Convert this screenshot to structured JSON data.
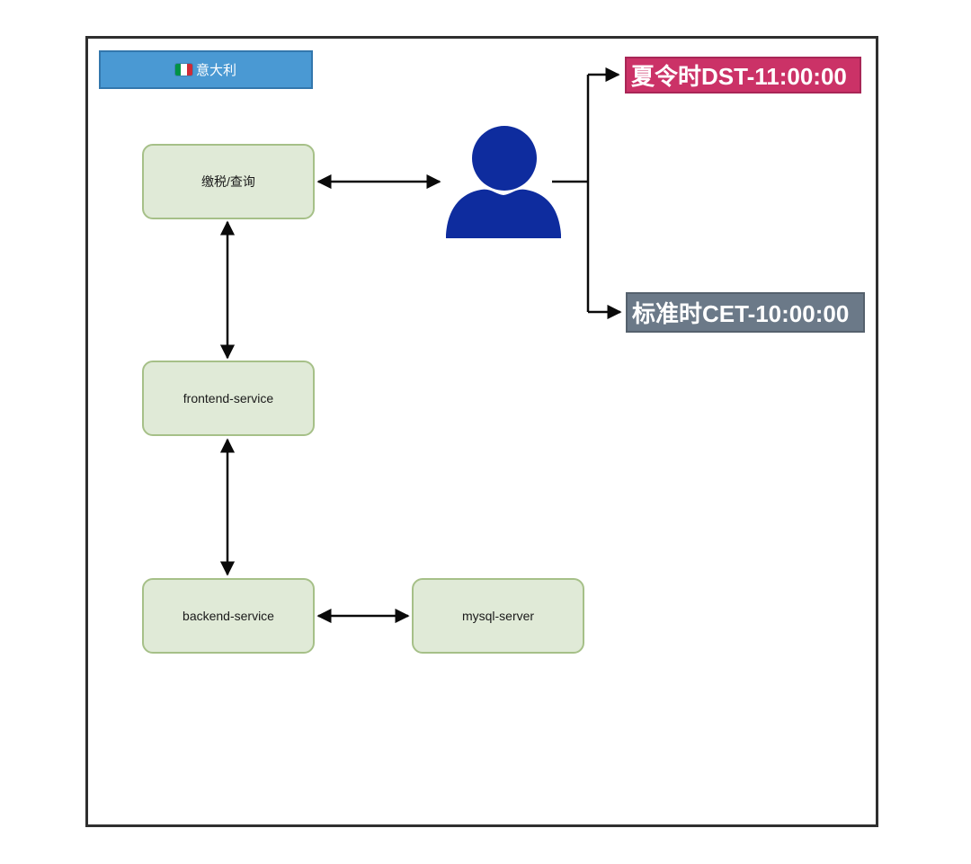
{
  "header": {
    "country_label": "意大利"
  },
  "nodes": [
    {
      "label": "缴税/查询"
    },
    {
      "label": "frontend-service"
    },
    {
      "label": "backend-service"
    },
    {
      "label": "mysql-server"
    }
  ],
  "time_labels": {
    "dst": "夏令时DST-11:00:00",
    "cet": "标准时CET-10:00:00"
  },
  "icons": {
    "flag": "italy-flag-icon",
    "person": "person-icon"
  },
  "colors": {
    "frame-border": "#2f2f2f",
    "banner-bg": "#4a99d3",
    "banner-border": "#3377ad",
    "node-bg": "#e0ead7",
    "node-border": "#a6c088",
    "dst-bg": "#cb3267",
    "dst-border": "#a82656",
    "cet-bg": "#6b7988",
    "cet-border": "#55616d",
    "person": "#0e2c9e",
    "arrow": "#0a0a0a",
    "flag-green": "#009246",
    "flag-red": "#ce2b37"
  }
}
